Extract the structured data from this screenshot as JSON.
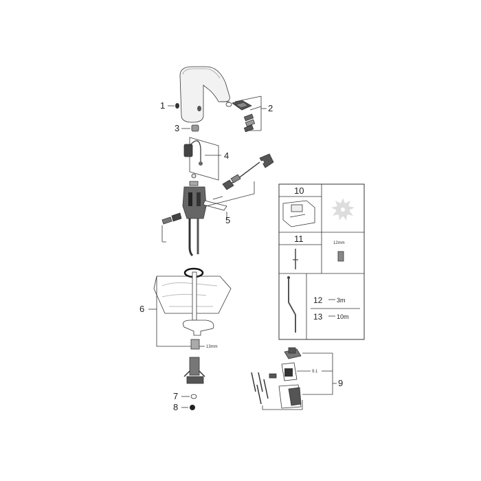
{
  "callouts": {
    "c1": "1",
    "c2": "2",
    "c3": "3",
    "c4": "4",
    "c5": "5",
    "c6": "6",
    "c7": "7",
    "c8": "8",
    "c9": "9",
    "c9_1": "9.1",
    "c10": "10",
    "c11": "11",
    "c12": "12",
    "c13": "13"
  },
  "dimensions": {
    "stem_wrench": "13mm",
    "hex_tool": "12mm"
  },
  "cable_lengths": {
    "len12": "3m",
    "len13": "10m"
  }
}
